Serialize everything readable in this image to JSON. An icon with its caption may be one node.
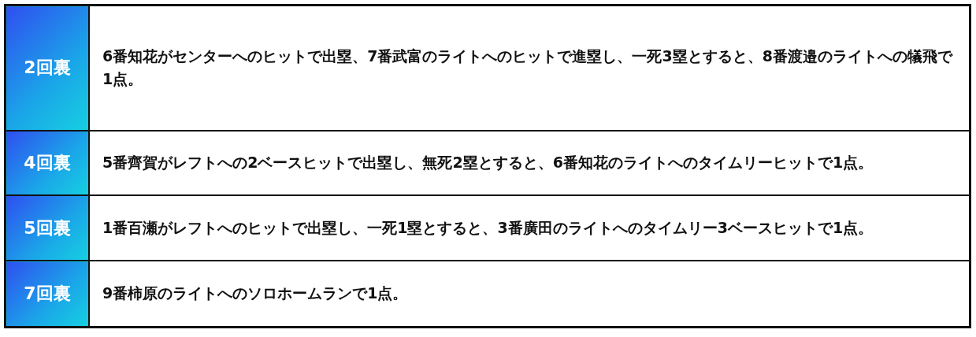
{
  "diagram": {
    "labels": [
      "2回裏",
      "6番知花がセンターへのヒットで出塁、7番武富のライトへのヒットで進塁し、一死3塁とすると、8番渡邉のライトへの犠飛で1点。",
      "4回裏",
      "5番齊賀がレフトへの2ベースヒットで出塁し、無死2塁とすると、6番知花のライトへのタイムリーヒットで1点。",
      "5回裏",
      "1番百瀬がレフトへのヒットで出塁し、一死1塁とすると、3番廣田のライトへのタイムリー3ベースヒットで1点。",
      "7回裏",
      "9番柿原のライトへのソロホームランで1点。"
    ]
  }
}
